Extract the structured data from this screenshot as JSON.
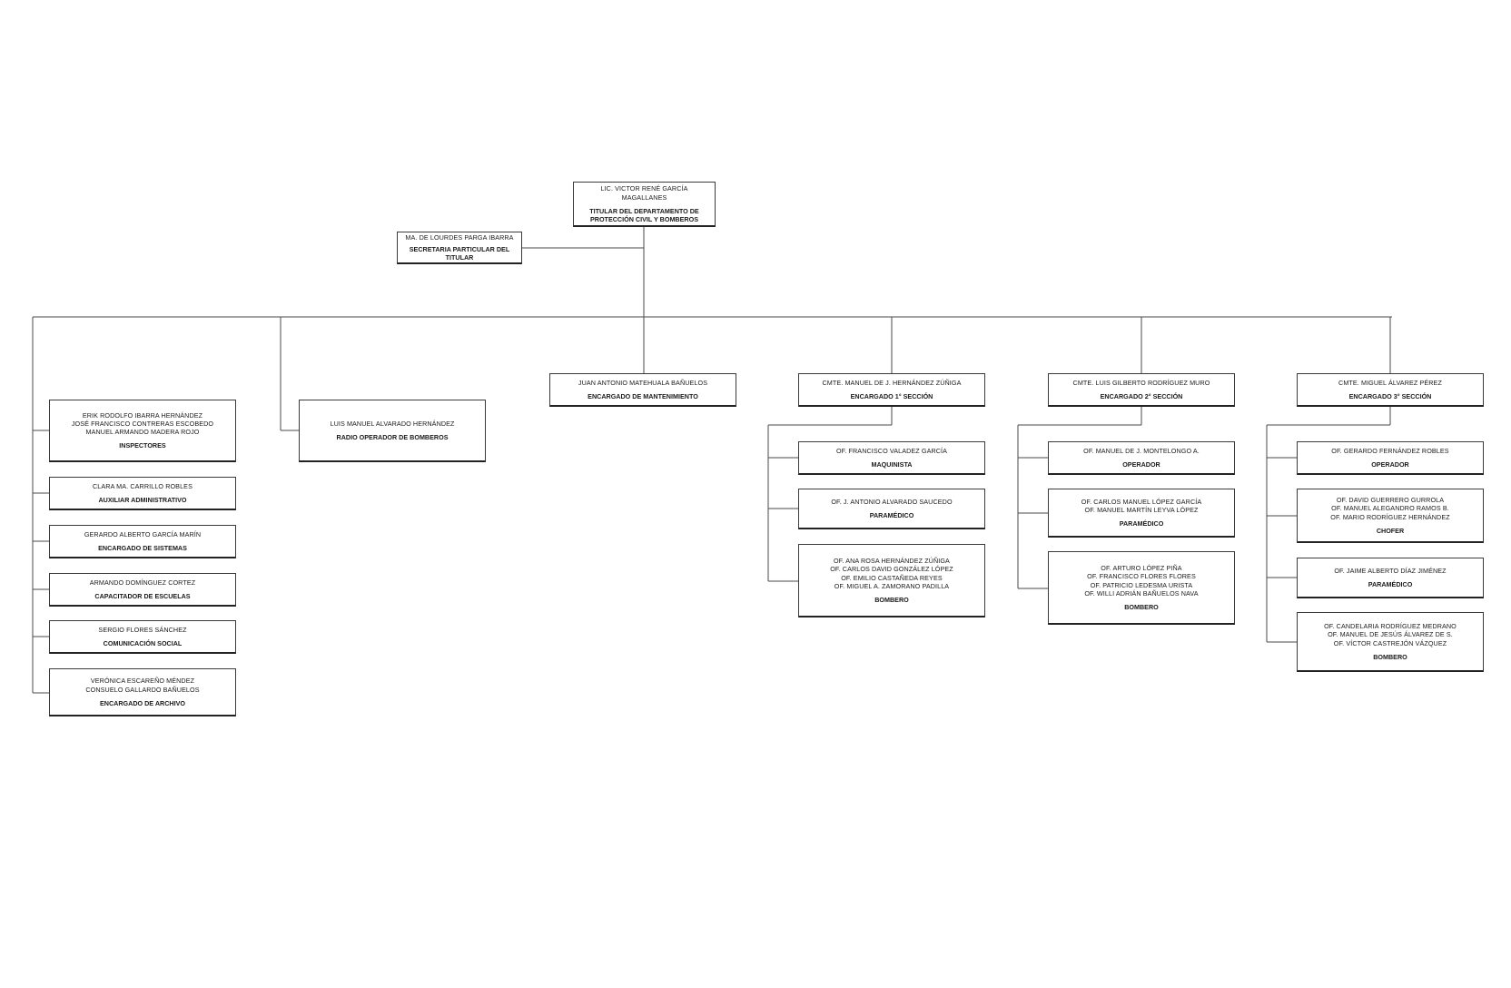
{
  "org": {
    "head": {
      "names": "LIC. VICTOR RENÉ GARCÍA MAGALLANES",
      "role": "TITULAR DEL DEPARTAMENTO DE\nPROTECCIÓN CIVIL Y BOMBEROS"
    },
    "secretary": {
      "names": "MA. DE LOURDES PARGA IBARRA",
      "role": "SECRETARIA PARTICULAR DEL TITULAR"
    },
    "admin_units": [
      {
        "names": "ERIK RODOLFO IBARRA HERNÁNDEZ\nJOSÉ FRANCISCO CONTRERAS ESCOBEDO\nMANUEL ARMANDO MADERA ROJO",
        "role": "INSPECTORES"
      },
      {
        "names": "CLARA MA. CARRILLO ROBLES",
        "role": "AUXILIAR ADMINISTRATIVO"
      },
      {
        "names": "GERARDO ALBERTO GARCÍA MARÍN",
        "role": "ENCARGADO DE SISTEMAS"
      },
      {
        "names": "ARMANDO DOMÍNGUEZ CORTEZ",
        "role": "CAPACITADOR DE ESCUELAS"
      },
      {
        "names": "SERGIO FLORES SÁNCHEZ",
        "role": "COMUNICACIÓN SOCIAL"
      },
      {
        "names": "VERÓNICA ESCAREÑO MÉNDEZ\nCONSUELO GALLARDO BAÑUELOS",
        "role": "ENCARGADO DE ARCHIVO"
      }
    ],
    "radio": {
      "names": "LUIS MANUEL ALVARADO HERNÁNDEZ",
      "role": "RADIO OPERADOR DE BOMBEROS"
    },
    "maintenance": {
      "names": "JUAN ANTONIO MATEHUALA BAÑUELOS",
      "role": "ENCARGADO DE MANTENIMIENTO"
    },
    "sections": [
      {
        "lead": {
          "names": "CMTE. MANUEL DE J. HERNÁNDEZ ZÚÑIGA",
          "role": "ENCARGADO 1° SECCIÓN"
        },
        "units": [
          {
            "names": "OF. FRANCISCO VALADEZ GARCÍA",
            "role": "MAQUINISTA"
          },
          {
            "names": "OF. J. ANTONIO ALVARADO SAUCEDO",
            "role": "PARAMÉDICO"
          },
          {
            "names": "OF. ANA ROSA HERNÁNDEZ ZÚÑIGA\nOF. CARLOS DAVID GONZÁLEZ LÓPEZ\nOF. EMILIO CASTAÑEDA REYES\nOF. MIGUEL A. ZAMORANO PADILLA",
            "role": "BOMBERO"
          }
        ]
      },
      {
        "lead": {
          "names": "CMTE. LUIS GILBERTO RODRÍGUEZ MURO",
          "role": "ENCARGADO 2° SECCIÓN"
        },
        "units": [
          {
            "names": "OF. MANUEL DE J. MONTELONGO A.",
            "role": "OPERADOR"
          },
          {
            "names": "OF. CARLOS MANUEL LÓPEZ GARCÍA\nOF. MANUEL MARTÍN LEYVA LÓPEZ",
            "role": "PARAMÉDICO"
          },
          {
            "names": "OF. ARTURO LÓPEZ PIÑA\nOF. FRANCISCO FLORES FLORES\nOF. PATRICIO LEDESMA URISTA\nOF. WILLI ADRIÁN BAÑUELOS NAVA",
            "role": "BOMBERO"
          }
        ]
      },
      {
        "lead": {
          "names": "CMTE. MIGUEL ÁLVAREZ PÉREZ",
          "role": "ENCARGADO 3° SECCIÓN"
        },
        "units": [
          {
            "names": "OF. GERARDO FERNÁNDEZ ROBLES",
            "role": "OPERADOR"
          },
          {
            "names": "OF. DAVID GUERRERO GURROLA\nOF. MANUEL ALEGANDRO RAMOS B.\nOF. MARIO RODRÍGUEZ HERNÁNDEZ",
            "role": "CHOFER"
          },
          {
            "names": "OF. JAIME ALBERTO DÍAZ JIMÉNEZ",
            "role": "PARAMÉDICO"
          },
          {
            "names": "OF. CANDELARIA RODRÍGUEZ MEDRANO\nOF. MANUEL DE JESÚS ÁLVAREZ DE S.\nOF. VÍCTOR CASTREJÓN VÁZQUEZ",
            "role": "BOMBERO"
          }
        ]
      }
    ]
  }
}
